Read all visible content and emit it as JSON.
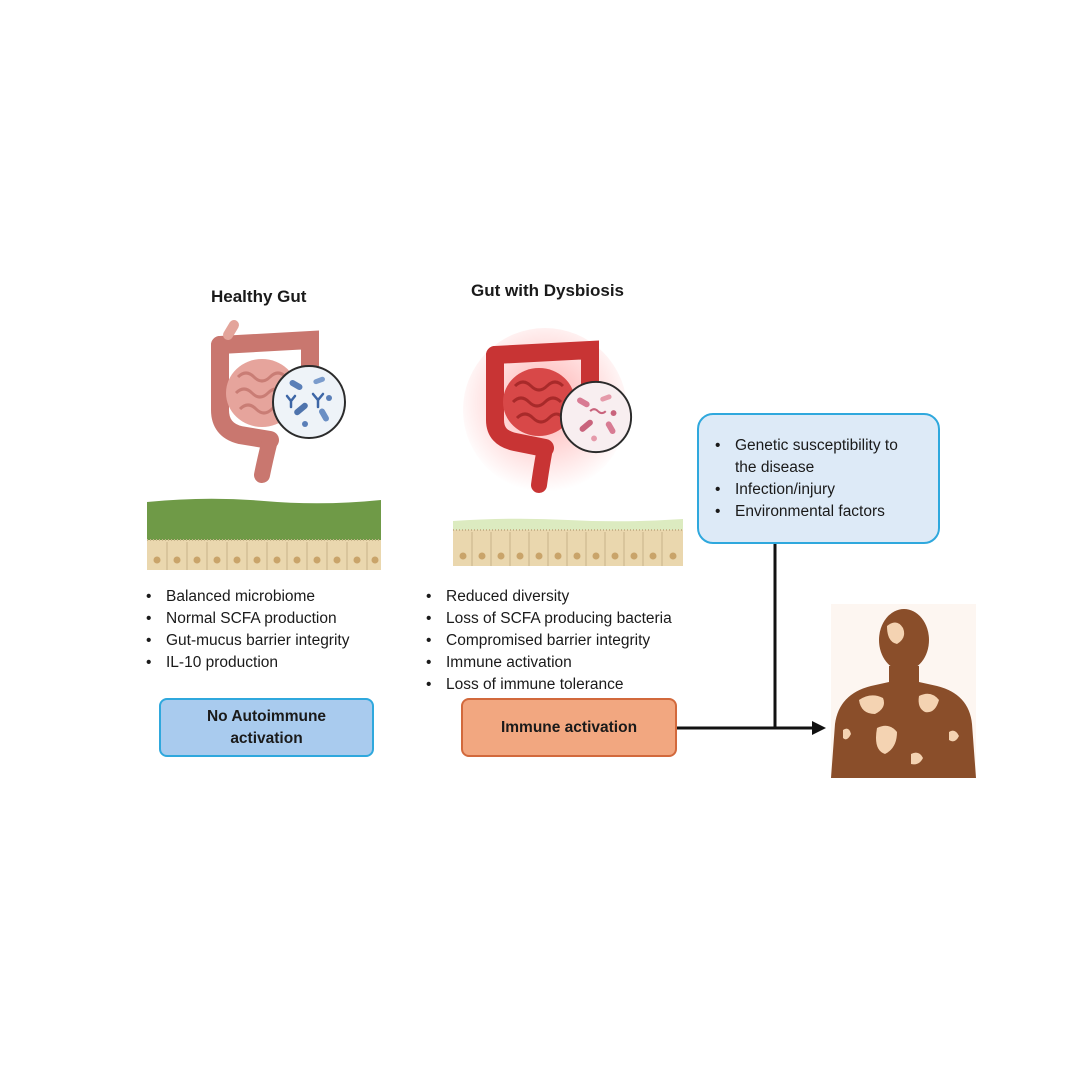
{
  "healthy": {
    "title": "Healthy Gut",
    "bullets": [
      "Balanced microbiome",
      "Normal SCFA production",
      "Gut-mucus barrier integrity",
      "IL-10 production"
    ],
    "outcome": "No Autoimmune activation"
  },
  "dysbiosis": {
    "title": "Gut with Dysbiosis",
    "bullets": [
      "Reduced diversity",
      "Loss of SCFA producing bacteria",
      "Compromised barrier integrity",
      "Immune activation",
      "Loss of immune tolerance"
    ],
    "outcome": "Immune activation"
  },
  "factors": {
    "bullets": [
      "Genetic susceptibility to the disease",
      "Infection/injury",
      "Environmental factors"
    ]
  },
  "colors": {
    "healthy_gut": "#d9908a",
    "dysbiosis_gut": "#d93a3a",
    "mucus_thick": "#6f9a47",
    "mucus_thin": "#dcebc0",
    "epithelium": "#ead7ae",
    "box_blue": "#a9cbee",
    "box_orange": "#f2a780",
    "skin": "#8a4e2a",
    "vitiligo_patch": "#f4d3b2"
  },
  "icons": [
    "healthy-intestine-icon",
    "microbe-lens-icon",
    "inflamed-intestine-icon",
    "person-with-vitiligo-icon"
  ]
}
